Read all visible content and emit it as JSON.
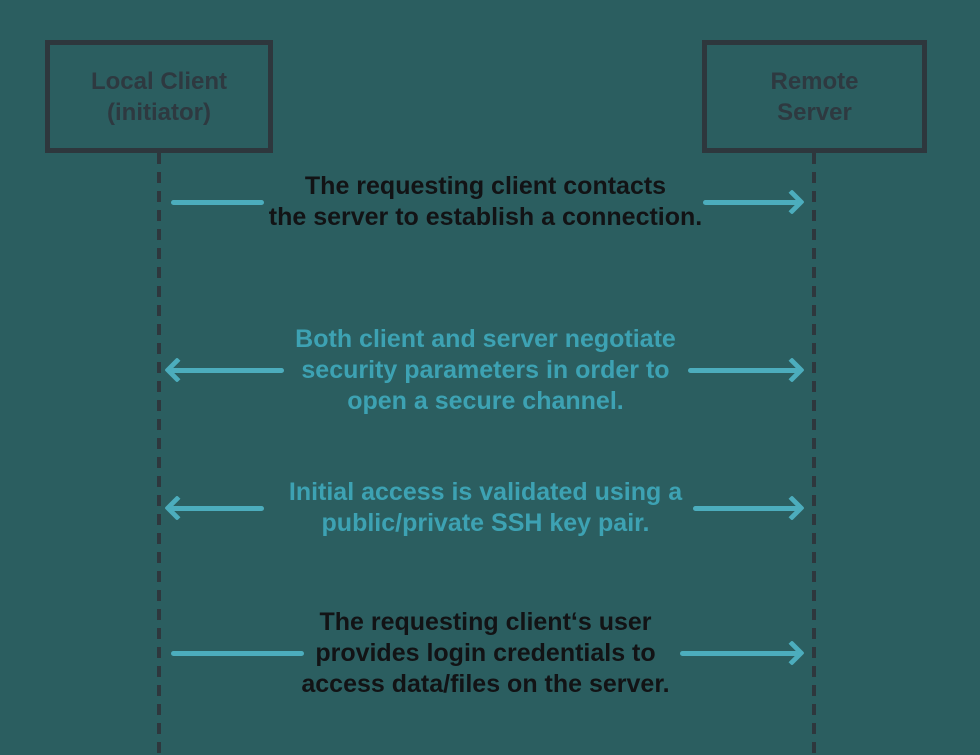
{
  "diagram": {
    "title_semantic": "SSH connection sequence diagram",
    "actors": [
      {
        "id": "local-client",
        "label": "Local Client\n(initiator)"
      },
      {
        "id": "remote-server",
        "label": "Remote\nServer"
      }
    ],
    "messages": [
      {
        "text": "The requesting client contacts\nthe server to establish a connection.",
        "color": "dark",
        "direction": "right",
        "from": "local-client",
        "to": "remote-server"
      },
      {
        "text": "Both client and server negotiate\nsecurity parameters in order to\nopen a secure channel.",
        "color": "teal",
        "direction": "both",
        "from": "local-client",
        "to": "remote-server"
      },
      {
        "text": "Initial access is validated using a\npublic/private SSH key pair.",
        "color": "teal",
        "direction": "both",
        "from": "local-client",
        "to": "remote-server"
      },
      {
        "text": "The requesting client‘s user\nprovides login credentials to\naccess data/files on the server.",
        "color": "dark",
        "direction": "right",
        "from": "local-client",
        "to": "remote-server"
      }
    ],
    "colors": {
      "background": "#2B5E60",
      "box_border": "#2E373D",
      "box_title": "#2E3940",
      "lifeline": "#2E373D",
      "arrow": "#4CADBD",
      "teal_text": "#3DA2B3",
      "dark_text": "#121315"
    }
  }
}
